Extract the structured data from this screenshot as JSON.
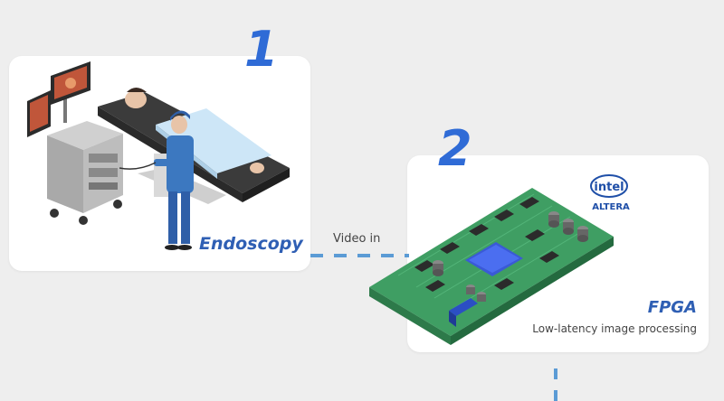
{
  "steps": [
    {
      "number": "1",
      "title": "Endoscopy"
    },
    {
      "number": "2",
      "title": "FPGA",
      "subtitle": "Low-latency image processing"
    }
  ],
  "connector": {
    "label": "Video in"
  },
  "logos": {
    "brand_top": "intel",
    "brand_bottom": "ALTERA"
  },
  "colors": {
    "accent": "#2f6bd6",
    "connector": "#5b9bd5",
    "pcb": "#3f9e63"
  }
}
